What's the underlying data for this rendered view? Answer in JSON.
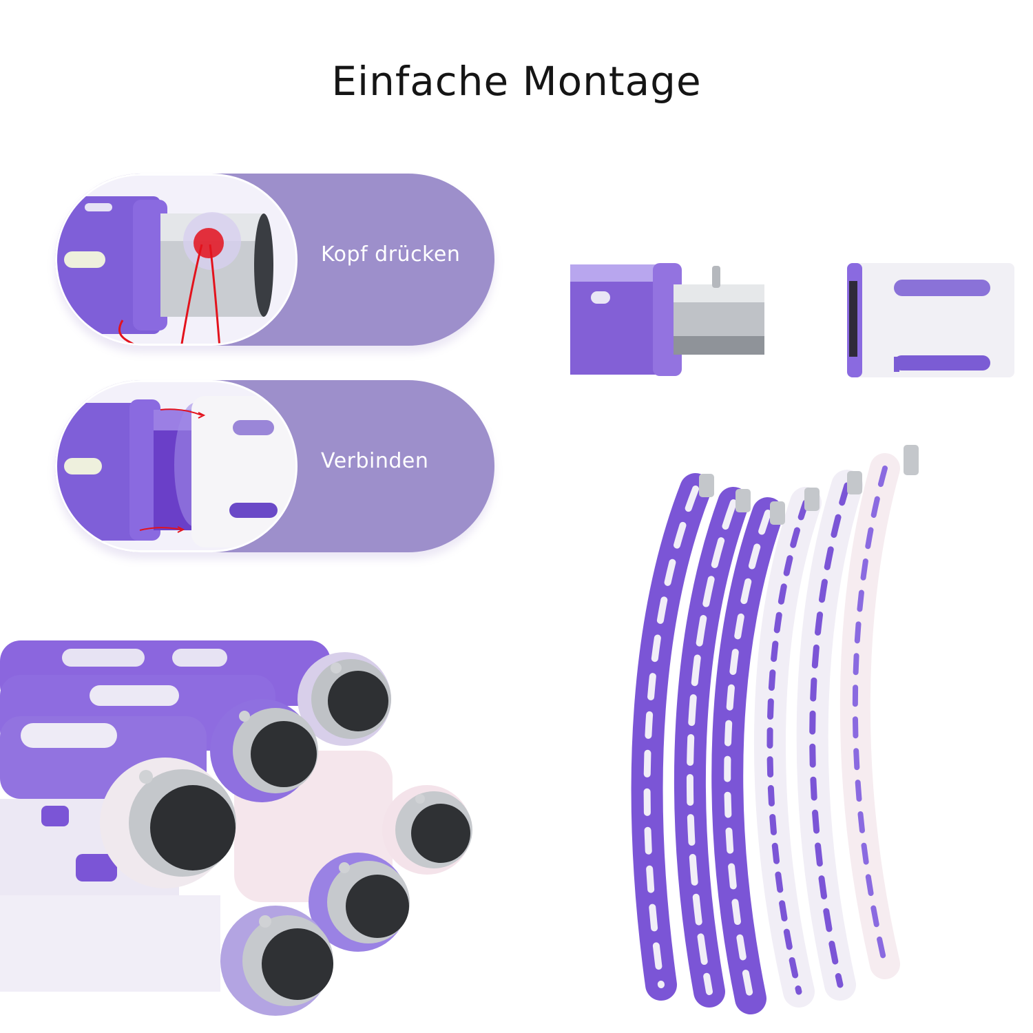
{
  "title": "Einfache Montage",
  "steps": [
    {
      "label": "Kopf drücken"
    },
    {
      "label": "Verbinden"
    }
  ],
  "colors": {
    "pill": "#9d8fcb",
    "purple": "#7b55d6",
    "white_segment": "#f2f0f8",
    "steel": "#c5c8cc",
    "marker": "#e3121c"
  }
}
